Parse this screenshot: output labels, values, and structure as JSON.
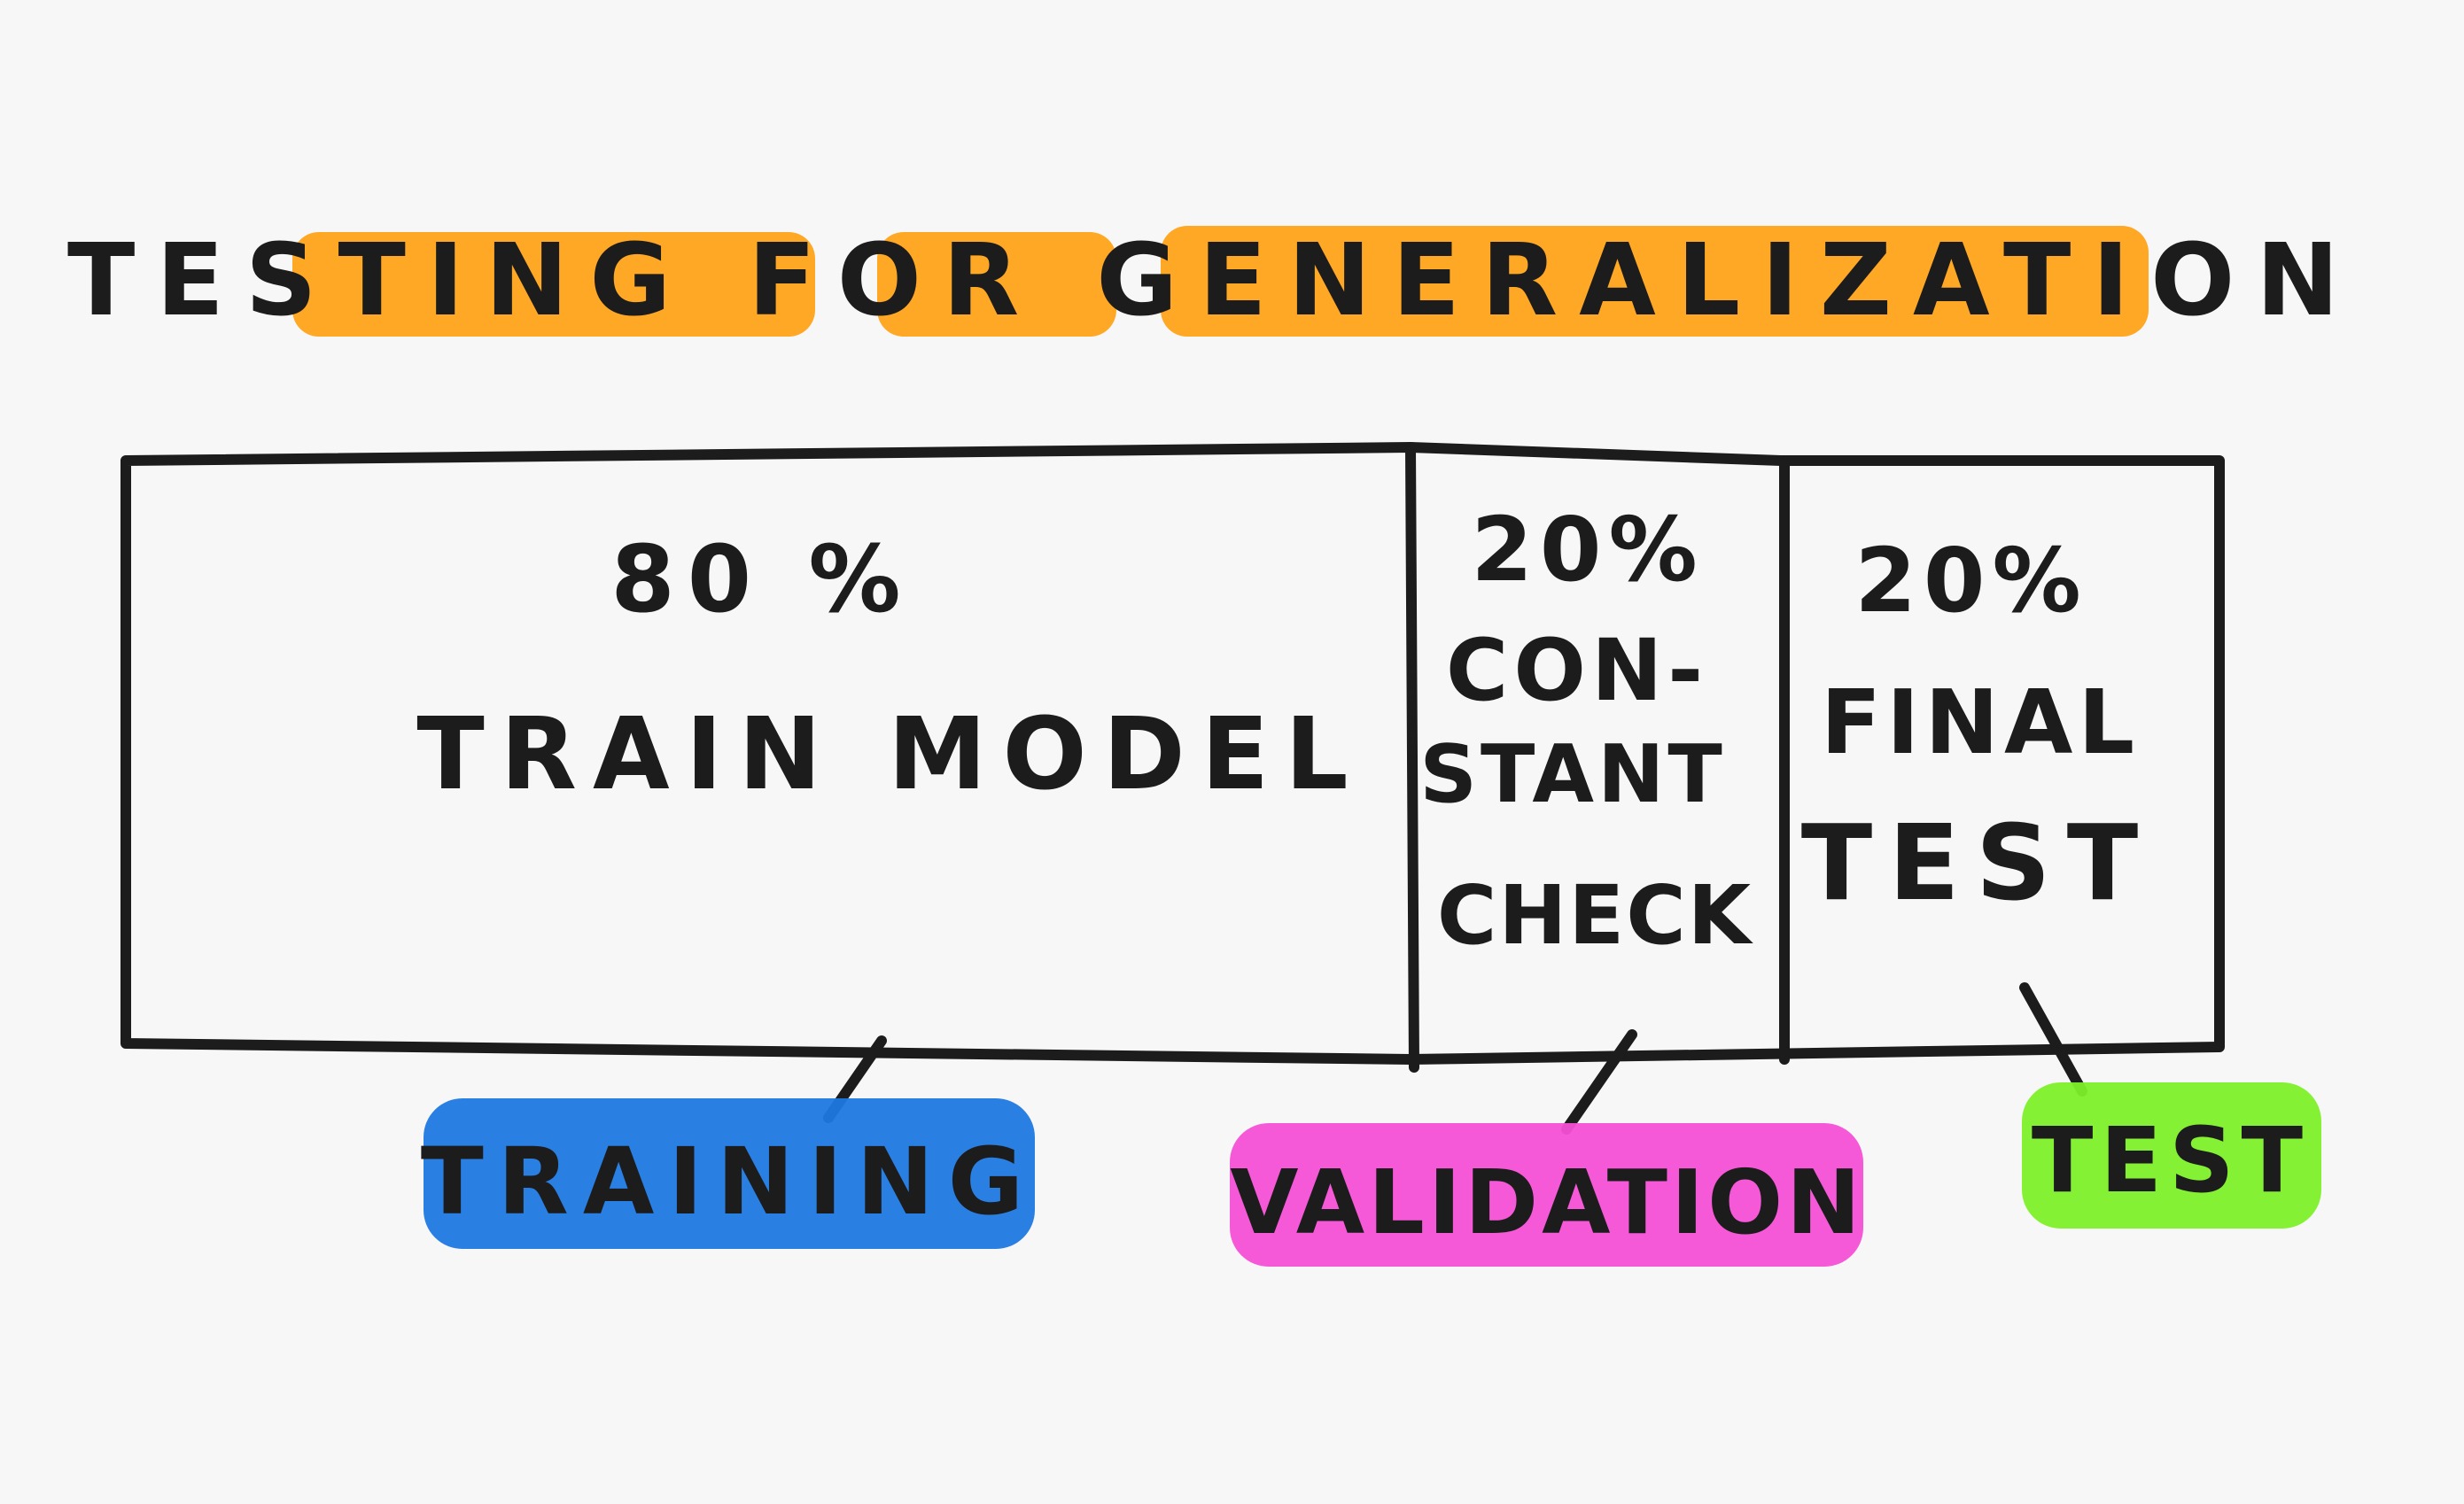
{
  "title": "TESTING FOR GENERALIZATION",
  "sections": [
    {
      "id": "training",
      "percent": "80 %",
      "lines": [
        "TRAIN MODEL"
      ],
      "label": "TRAINING",
      "color": "#1f78e0"
    },
    {
      "id": "validation",
      "percent": "20%",
      "lines": [
        "CON-",
        "STANT",
        "CHECK"
      ],
      "label": "VALIDATION",
      "color": "#f550d6"
    },
    {
      "id": "test",
      "percent": "20%",
      "lines": [
        "FINAL",
        "TEST"
      ],
      "label": "TEST",
      "color": "#7ef02a"
    }
  ],
  "colors": {
    "title_highlight": "#ffa319",
    "ink": "#1c1c1c",
    "paper": "#f8f7f7"
  }
}
